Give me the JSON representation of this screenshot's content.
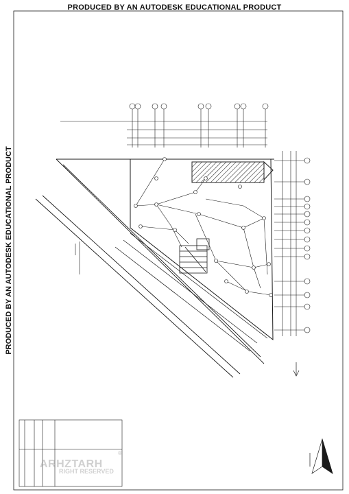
{
  "watermark": {
    "top": "PRODUCED BY AN AUTODESK EDUCATIONAL PRODUCT",
    "side": "PRODUCED BY AN AUTODESK EDUCATIONAL PRODUCT",
    "brand": "ARHZTARH",
    "rights": "RIGHT RESERVED",
    "registered": "®"
  },
  "colors": {
    "line": "#1a1a1a",
    "hatch": "#222222",
    "faint": "#8a8a8a"
  },
  "icons": [
    "north-arrow-icon",
    "elevation-marker-icon"
  ]
}
